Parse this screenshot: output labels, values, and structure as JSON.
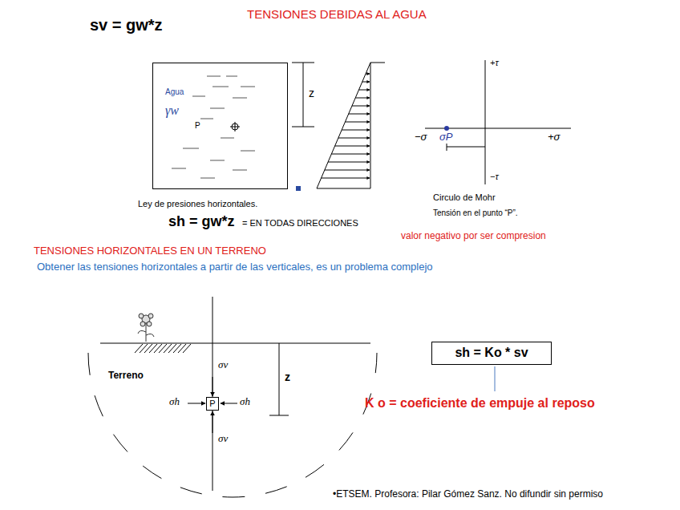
{
  "diagram": {
    "title": "TENSIONES DEBIDAS  AL AGUA",
    "nodes": [
      {
        "text": [
          "Agua",
          "γw",
          "P"
        ]
      },
      {
        "text": [
          "P"
        ]
      },
      {
        "text": [
          "sh = Ko * sv"
        ]
      }
    ],
    "labels": [
      "sv = gw*z",
      "z",
      "Ley de presiones horizontales.",
      "sh = gw*z",
      "= EN TODAS DIRECCIONES",
      "+τ",
      "−σ",
      "σP",
      "+σ",
      "−τ",
      "Circulo de Mohr",
      "Tensión en el punto “P”.",
      "valor negativo por ser compresion",
      "TENSIONES HORIZONTALES EN UN TERRENO",
      "Obtener las tensiones horizontales a partir de las verticales, es un problema complejo",
      "Terreno",
      "σv",
      "z",
      "σh",
      "σh",
      "σv",
      "K o = coeficiente de empuje al reposo",
      "•ETSEM. Profesora: Pilar Gómez Sanz. No difundir sin permiso"
    ]
  }
}
